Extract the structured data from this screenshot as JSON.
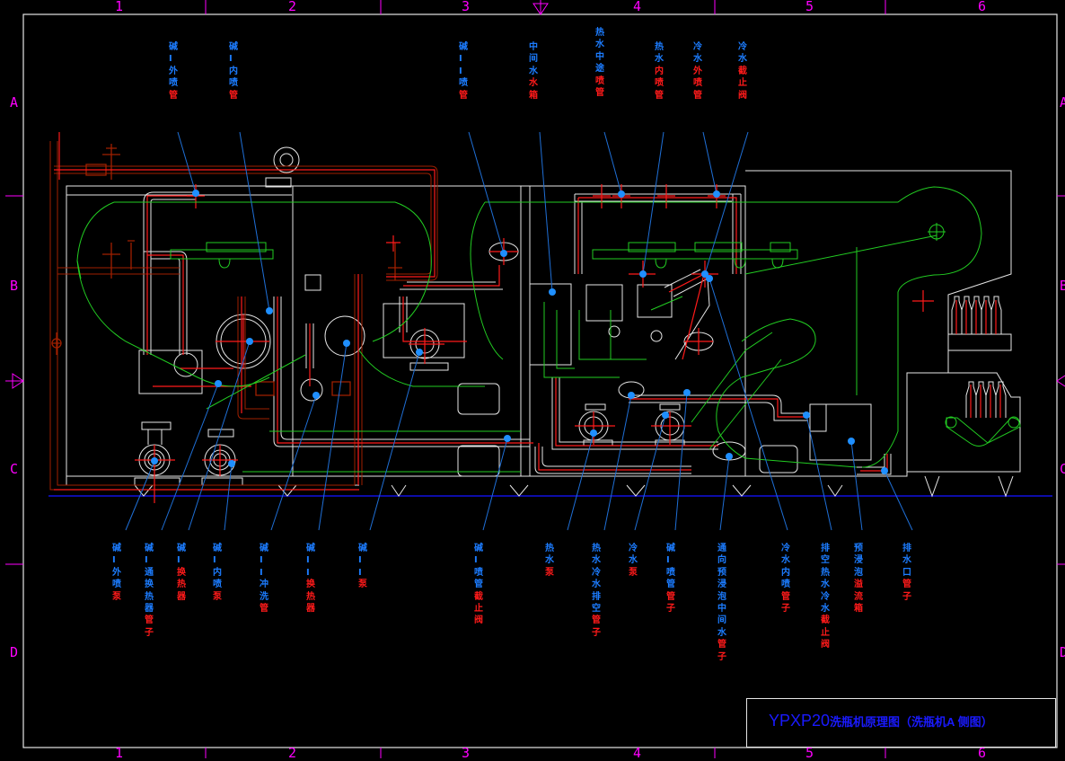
{
  "drawing": {
    "title_code": "YPXP20",
    "title_text": "洗瓶机原理图（洗瓶机A 侧图）",
    "colors": {
      "background": "#000000",
      "frame": "#e6e6e6",
      "grid_marks": "#ff00ff",
      "pipe_red": "#ff1a1a",
      "pipe_darkred": "#a02000",
      "outline_white": "#e6e6e6",
      "chain_green": "#22cc22",
      "leader_blue": "#1f6fd6",
      "label_blue": "#1c7cff",
      "label_red": "#ff1a1a",
      "floor_blue": "#1010e0",
      "title_blue": "#1a1aff"
    }
  },
  "grid": {
    "columns": [
      "1",
      "2",
      "3",
      "4",
      "5",
      "6"
    ],
    "rows": [
      "A",
      "B",
      "C",
      "D"
    ]
  },
  "labels": {
    "top": [
      {
        "id": "alkali-1-outer-spray-pipe",
        "blue": "碱I外喷",
        "red": "管"
      },
      {
        "id": "alkali-1-inner-spray-pipe",
        "blue": "碱I内喷",
        "red": "管"
      },
      {
        "id": "alkali-2-spray-pipe",
        "blue": "碱II喷",
        "red": "管"
      },
      {
        "id": "intermediate-water-tank",
        "blue": "中间水",
        "red": "水箱"
      },
      {
        "id": "hot-water-midway-spray-pipe",
        "blue": "热水中途",
        "red": "喷管"
      },
      {
        "id": "hot-water-inner-spray-pipe",
        "blue": "热水",
        "red": "内喷管"
      },
      {
        "id": "cold-water-outer-spray-pipe",
        "blue": "冷水",
        "red": "外喷管"
      },
      {
        "id": "cold-water-stop-valve",
        "blue": "冷水",
        "red": "截止阀"
      }
    ],
    "bottom": [
      {
        "id": "alkali-1-outer-spray-pump",
        "blue": "碱I外喷",
        "red": "泵"
      },
      {
        "id": "alkali-1-heat-exchanger-pipe",
        "blue": "碱I通换热器",
        "red": "管子"
      },
      {
        "id": "alkali-1-heat-exchanger",
        "blue": "碱I",
        "red": "换热器"
      },
      {
        "id": "alkali-1-inner-spray-pump",
        "blue": "碱I内喷",
        "red": "泵"
      },
      {
        "id": "alkali-2-flush-pipe",
        "blue": "碱II冲洗",
        "red": "管"
      },
      {
        "id": "alkali-2-heat-exchanger",
        "blue": "碱II",
        "red": "换热器"
      },
      {
        "id": "alkali-2-pump",
        "blue": "碱II",
        "red": "泵"
      },
      {
        "id": "alkali-1-spray-pipe-stop-valve",
        "blue": "碱I喷管",
        "red": "截止阀"
      },
      {
        "id": "hot-water-pump",
        "blue": "热水",
        "red": "泵"
      },
      {
        "id": "hot-cold-water-drain-pipe",
        "blue": "热水冷水排空",
        "red": "管子"
      },
      {
        "id": "cold-water-pump",
        "blue": "冷水",
        "red": "泵"
      },
      {
        "id": "alkali-1-spray-pipe-tube",
        "blue": "碱I喷管",
        "red": "管子"
      },
      {
        "id": "pre-soak-intermediate-water-pipe",
        "blue": "通向预浸泡中间水",
        "red": "管子"
      },
      {
        "id": "cold-water-inner-spray-pipe",
        "blue": "冷水内喷",
        "red": "管子"
      },
      {
        "id": "drain-hot-cold-water-stop-valve",
        "blue": "排空热水冷水",
        "red": "截止阀"
      },
      {
        "id": "pre-soak-overflow-tank",
        "blue": "预浸泡",
        "red": "溢流箱"
      },
      {
        "id": "drain-outlet-pipe",
        "blue": "排水口",
        "red": "管子"
      }
    ]
  }
}
